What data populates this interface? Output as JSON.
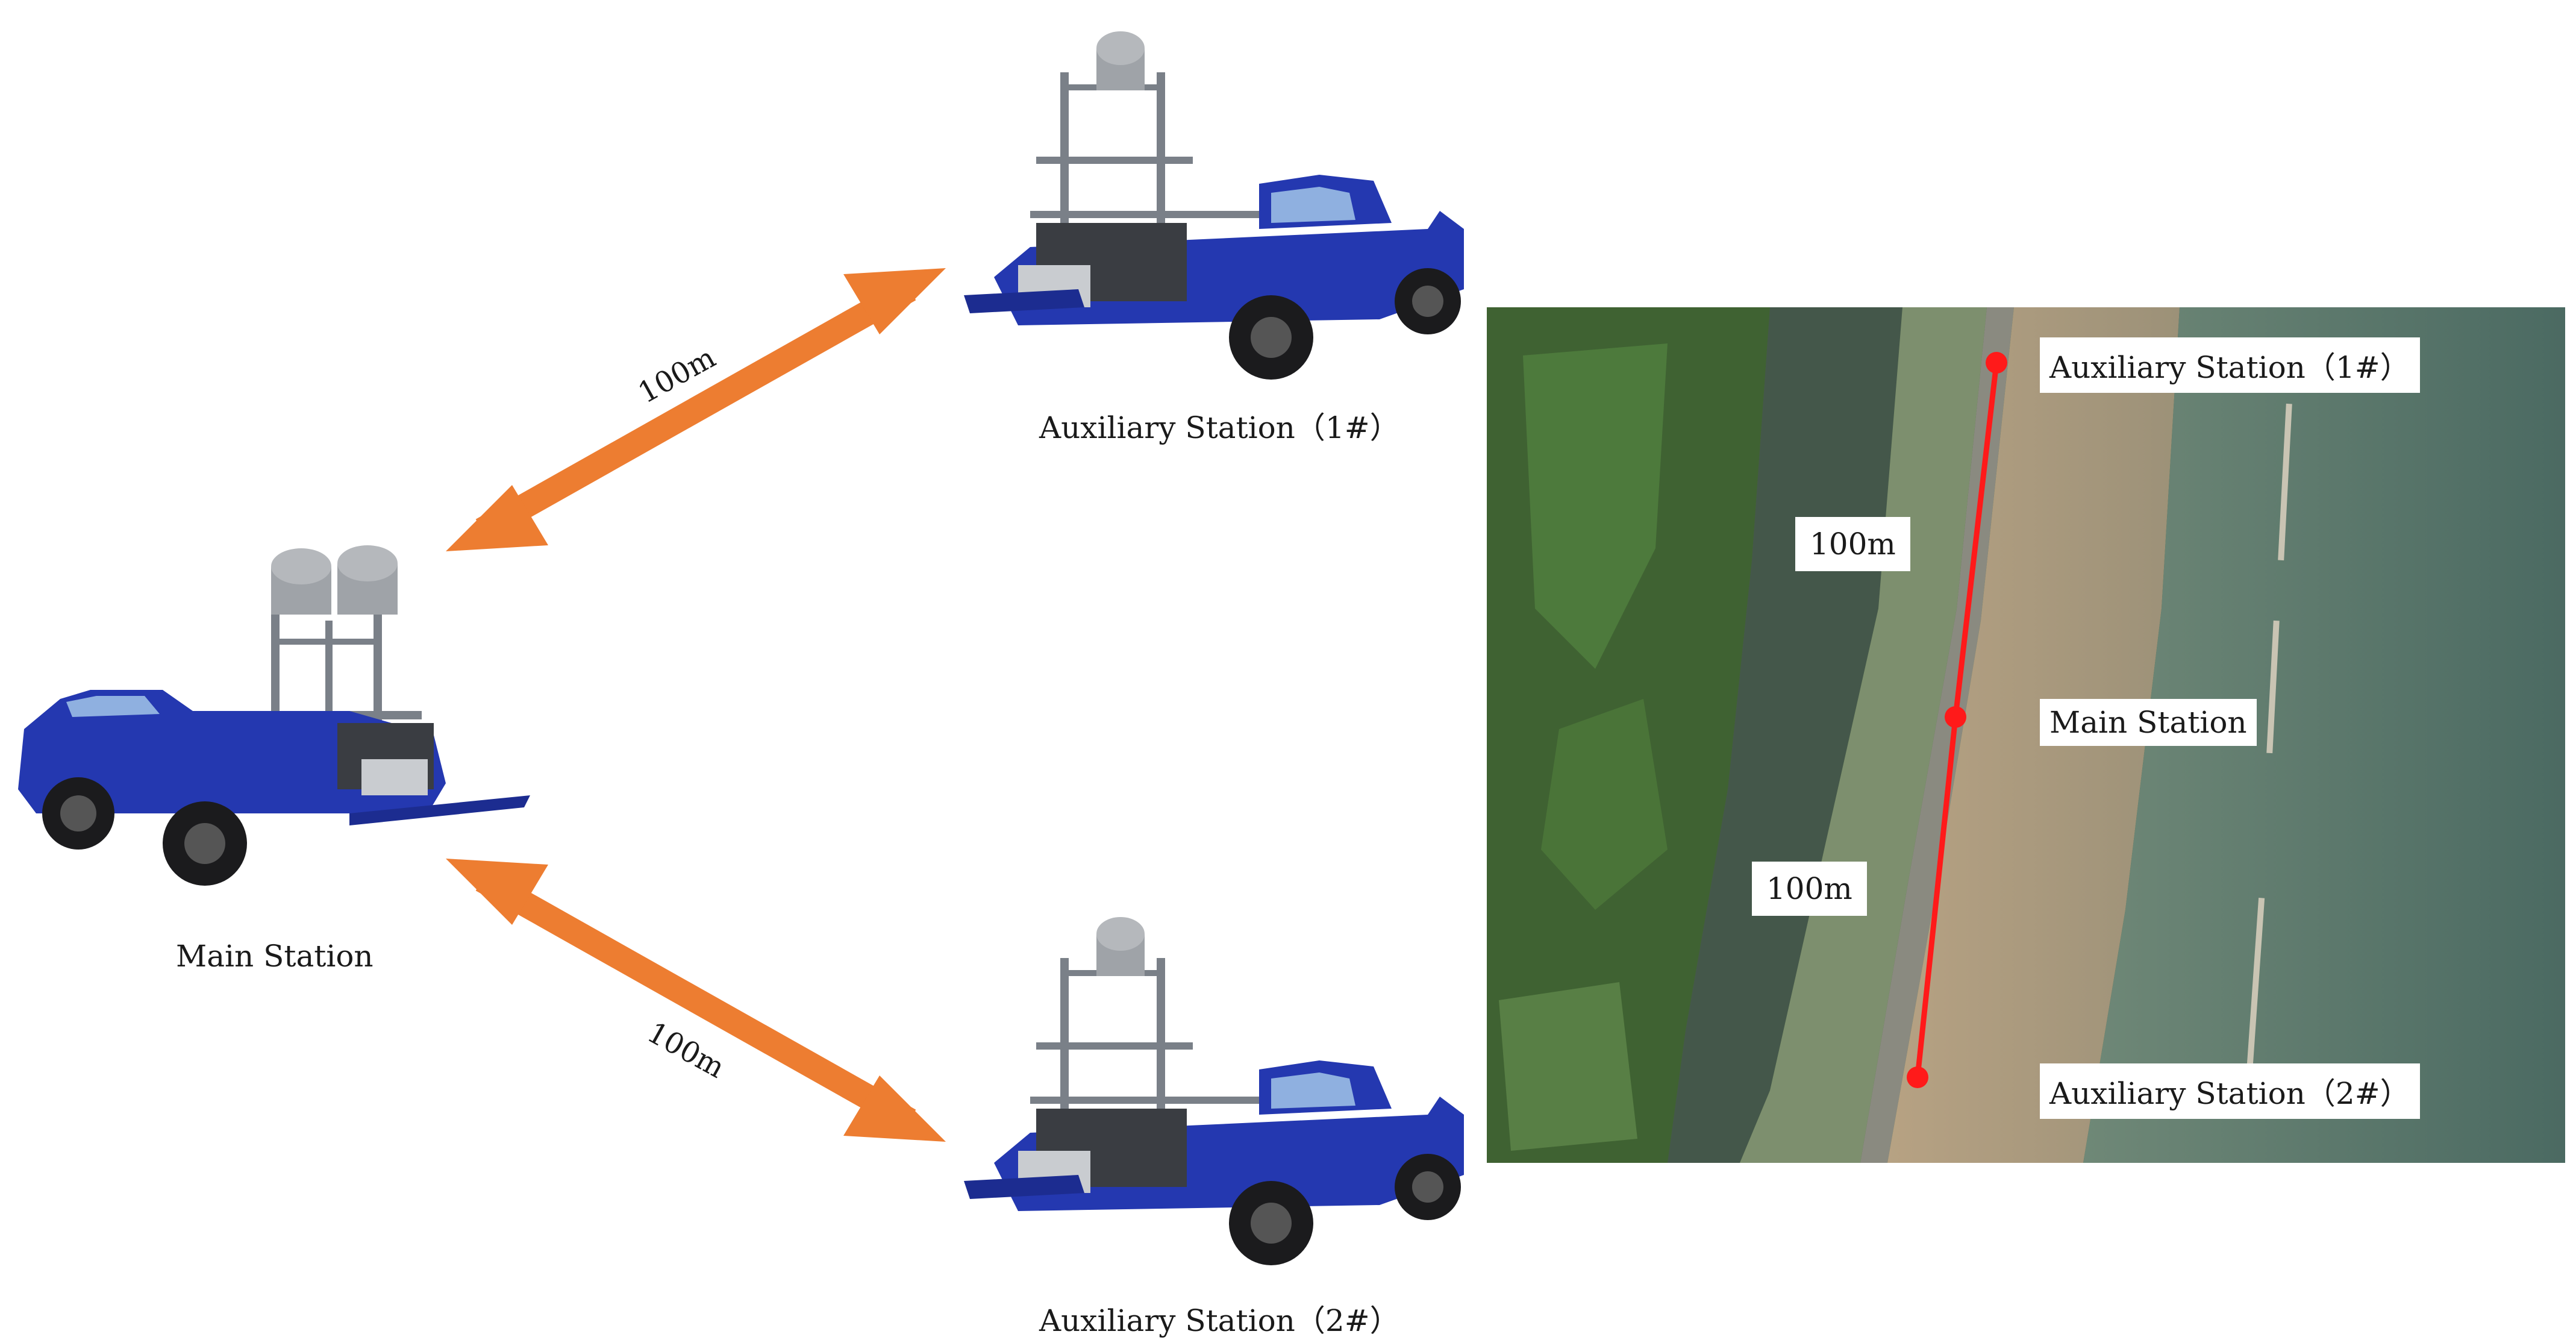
{
  "stations": {
    "main": {
      "label": "Main Station"
    },
    "aux1": {
      "label": "Auxiliary Station（1#）"
    },
    "aux2": {
      "label": "Auxiliary Station（2#）"
    }
  },
  "links": {
    "upper": {
      "label": "100m"
    },
    "lower": {
      "label": "100m"
    }
  },
  "map": {
    "aux1_label": "Auxiliary Station（1#）",
    "main_label": "Main Station",
    "aux2_label": "Auxiliary Station（2#）",
    "dist_upper": "100m",
    "dist_lower": "100m"
  },
  "colors": {
    "arrow": "#ed7d31",
    "truck_body": "#2438b0",
    "marker": "#ff1a1a"
  }
}
